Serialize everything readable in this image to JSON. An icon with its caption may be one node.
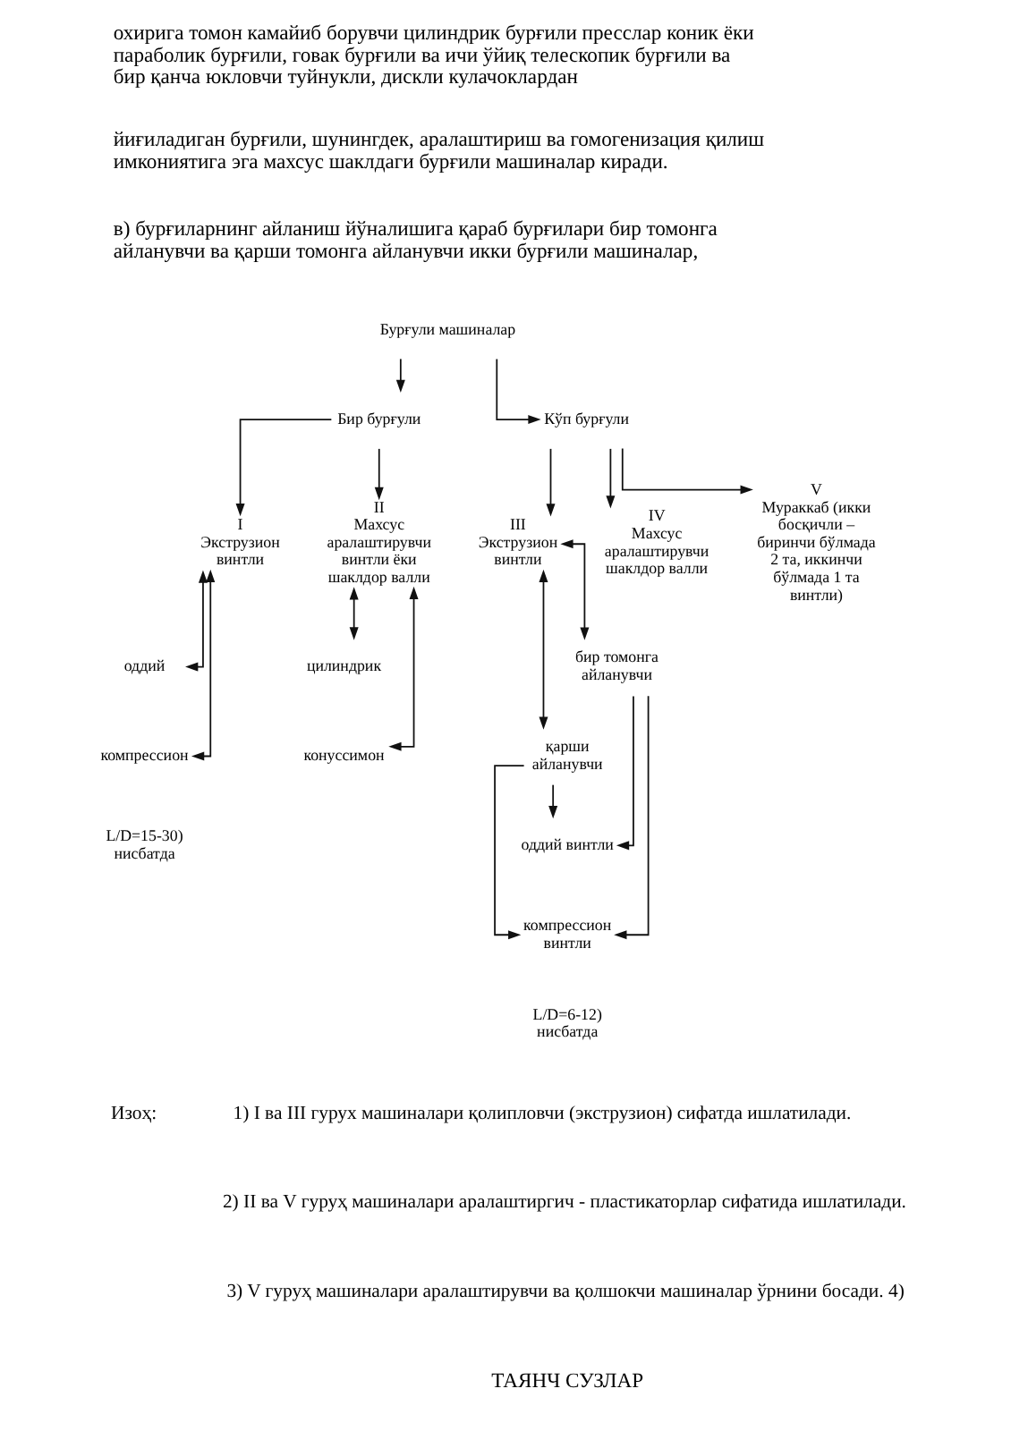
{
  "diagram": {
    "nodes": [
      {
        "text": [
          "Бурғули машиналар"
        ]
      },
      {
        "text": [
          "Бир бурғули"
        ]
      },
      {
        "text": [
          "Кўп бурғули"
        ]
      },
      {
        "text": [
          "I",
          "Экструзион винтли"
        ]
      },
      {
        "text": [
          "II",
          "Махсус аралаштирувчи винтли ёки шаклдор валли"
        ]
      },
      {
        "text": [
          "III",
          "Экструзион винтли"
        ]
      },
      {
        "text": [
          "IV",
          "Махсус аралаштирувчи шаклдор валли"
        ]
      },
      {
        "text": [
          "V",
          "Мураккаб (икки босқичли – биринчи бўлмада 2 та, иккинчи бўлмада 1 та винтли)"
        ]
      },
      {
        "text": [
          "оддий"
        ]
      },
      {
        "text": [
          "цилиндрик"
        ]
      },
      {
        "text": [
          "бир томонга айланувчи"
        ]
      },
      {
        "text": [
          "компрессион"
        ]
      },
      {
        "text": [
          "конуссимон"
        ]
      },
      {
        "text": [
          "қарши айланувчи"
        ]
      },
      {
        "text": [
          "оддий винтли"
        ]
      },
      {
        "text": [
          "компрессион винтли"
        ]
      }
    ],
    "edges": [
      {
        "from": 0,
        "to": 1,
        "arrow": "to"
      },
      {
        "from": 0,
        "to": 2,
        "arrow": "to"
      },
      {
        "from": 1,
        "to": 3,
        "arrow": "to"
      },
      {
        "from": 1,
        "to": 4,
        "arrow": "to"
      },
      {
        "from": 2,
        "to": 5,
        "arrow": "to"
      },
      {
        "from": 2,
        "to": 6,
        "arrow": "to"
      },
      {
        "from": 2,
        "to": 7,
        "arrow": "to"
      },
      {
        "from": 3,
        "to": 8,
        "arrow": "both"
      },
      {
        "from": 3,
        "to": 11,
        "arrow": "both"
      },
      {
        "from": 4,
        "to": 9,
        "arrow": "both"
      },
      {
        "from": 4,
        "to": 12,
        "arrow": "both"
      },
      {
        "from": 5,
        "to": 10,
        "arrow": "both"
      },
      {
        "from": 5,
        "to": 13,
        "arrow": "both"
      },
      {
        "from": 10,
        "to": 14,
        "arrow": "to"
      },
      {
        "from": 10,
        "to": 15,
        "arrow": "to"
      },
      {
        "from": 13,
        "to": 14,
        "arrow": "to"
      },
      {
        "from": 13,
        "to": 15,
        "arrow": "to"
      }
    ],
    "labels": [
      "охирига томон камайиб борувчи цилиндрик бурғили пресслар коник ёки параболик бурғили, говак бурғили ва ичи ўйиқ телескопик бурғили ва бир қанча юкловчи туйнукли, дискли кулачоклардан",
      "йиғиладиган бурғили, шунингдек, аралаштириш ва гомогенизация қилиш имкониятига эга махсус шаклдаги бурғили машиналар киради.",
      "в) бурғиларнинг айланиш йўналишига қараб бурғилари бир томонга айланувчи ва қарши томонга айланувчи икки бурғили машиналар,",
      "L/D=15-30) нисбатда",
      "L/D=6-12) нисбатда",
      "Изоҳ:",
      "1) I ва III гурух машиналари қолипловчи (экструзион) сифатда ишлатилади.",
      "2) II ва V гуруҳ машиналари аралаштиргич - пластикаторлар сифатида ишлатилади.",
      "3) V гуруҳ машиналари аралаштирувчи ва қолшокчи машиналар ўрнини босади. 4)",
      "ТАЯНЧ СУЗЛАР"
    ]
  }
}
